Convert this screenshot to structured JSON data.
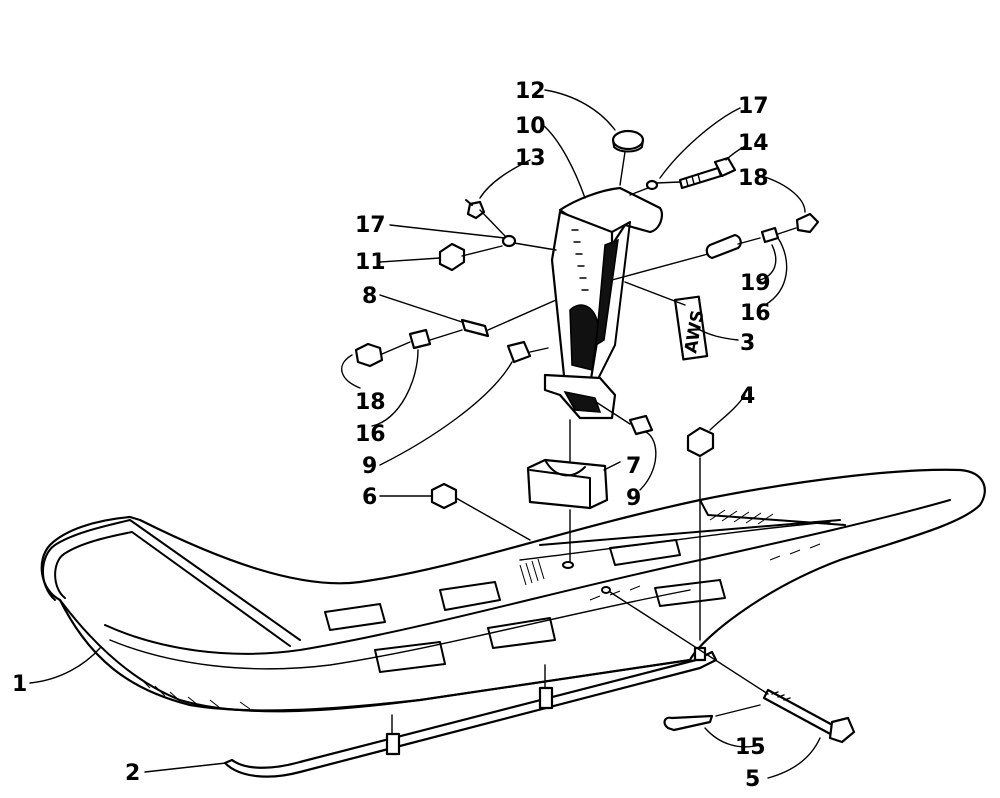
{
  "colors": {
    "ink": "#000000",
    "paper": "#ffffff"
  },
  "decal": {
    "text": "AWS"
  },
  "callouts": [
    {
      "id": "c1",
      "label": "1"
    },
    {
      "id": "c2",
      "label": "2"
    },
    {
      "id": "c3",
      "label": "3"
    },
    {
      "id": "c4",
      "label": "4"
    },
    {
      "id": "c5",
      "label": "5"
    },
    {
      "id": "c6",
      "label": "6"
    },
    {
      "id": "c7",
      "label": "7"
    },
    {
      "id": "c8",
      "label": "8"
    },
    {
      "id": "c9a",
      "label": "9"
    },
    {
      "id": "c9b",
      "label": "9"
    },
    {
      "id": "c10",
      "label": "10"
    },
    {
      "id": "c11",
      "label": "11"
    },
    {
      "id": "c12",
      "label": "12"
    },
    {
      "id": "c13",
      "label": "13"
    },
    {
      "id": "c14",
      "label": "14"
    },
    {
      "id": "c15",
      "label": "15"
    },
    {
      "id": "c16a",
      "label": "16"
    },
    {
      "id": "c16b",
      "label": "16"
    },
    {
      "id": "c17a",
      "label": "17"
    },
    {
      "id": "c17b",
      "label": "17"
    },
    {
      "id": "c18a",
      "label": "18"
    },
    {
      "id": "c18b",
      "label": "18"
    },
    {
      "id": "c19",
      "label": "19"
    }
  ]
}
